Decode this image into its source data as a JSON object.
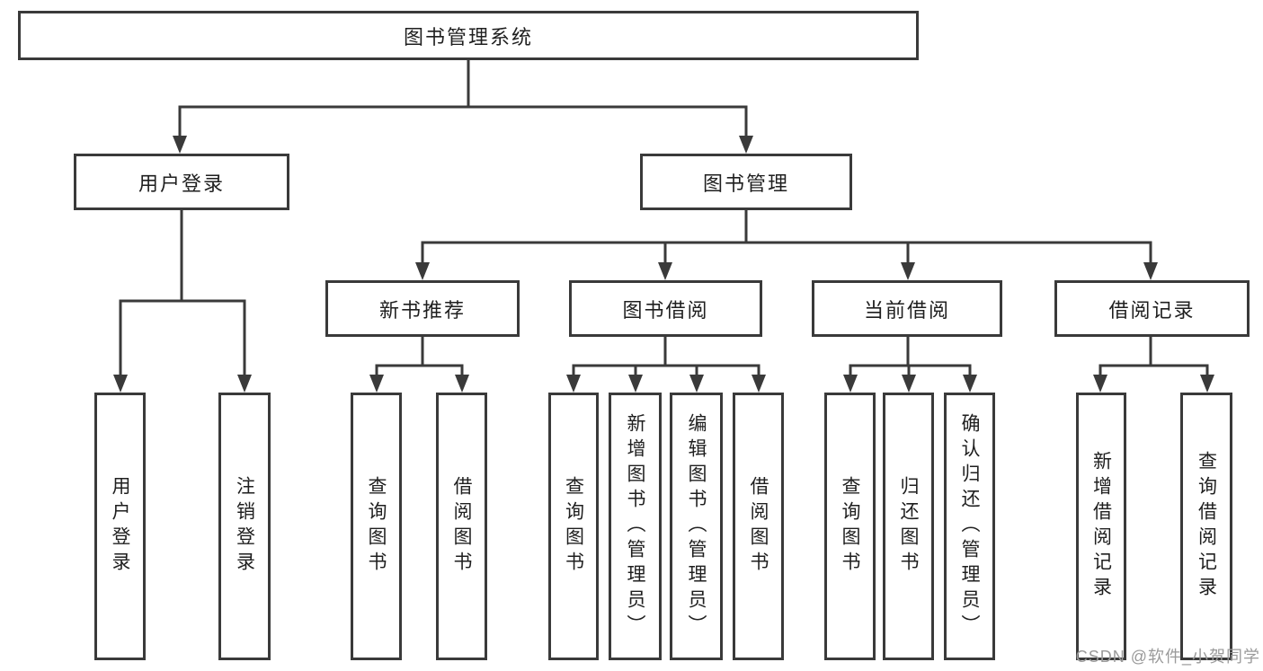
{
  "diagram_type": "hierarchy-tree",
  "colors": {
    "line": "#3a3a3a",
    "text": "#1f1f1f",
    "box_fill": "#ffffff",
    "background": "#ffffff",
    "watermark": "#9a9a9a"
  },
  "tree": {
    "label": "图书管理系统",
    "children": [
      {
        "label": "用户登录",
        "children": [
          {
            "label": "用户登录"
          },
          {
            "label": "注销登录"
          }
        ]
      },
      {
        "label": "图书管理",
        "children": [
          {
            "label": "新书推荐",
            "children": [
              {
                "label": "查询图书"
              },
              {
                "label": "借阅图书"
              }
            ]
          },
          {
            "label": "图书借阅",
            "children": [
              {
                "label": "查询图书"
              },
              {
                "label": "新增图书（管理员）"
              },
              {
                "label": "编辑图书（管理员）"
              },
              {
                "label": "借阅图书"
              }
            ]
          },
          {
            "label": "当前借阅",
            "children": [
              {
                "label": "查询图书"
              },
              {
                "label": "归还图书"
              },
              {
                "label": "确认归还（管理员）"
              }
            ]
          },
          {
            "label": "借阅记录",
            "children": [
              {
                "label": "新增借阅记录"
              },
              {
                "label": "查询借阅记录"
              }
            ]
          }
        ]
      }
    ]
  },
  "watermark": {
    "text": "CSDN @软件_小贺同学"
  }
}
